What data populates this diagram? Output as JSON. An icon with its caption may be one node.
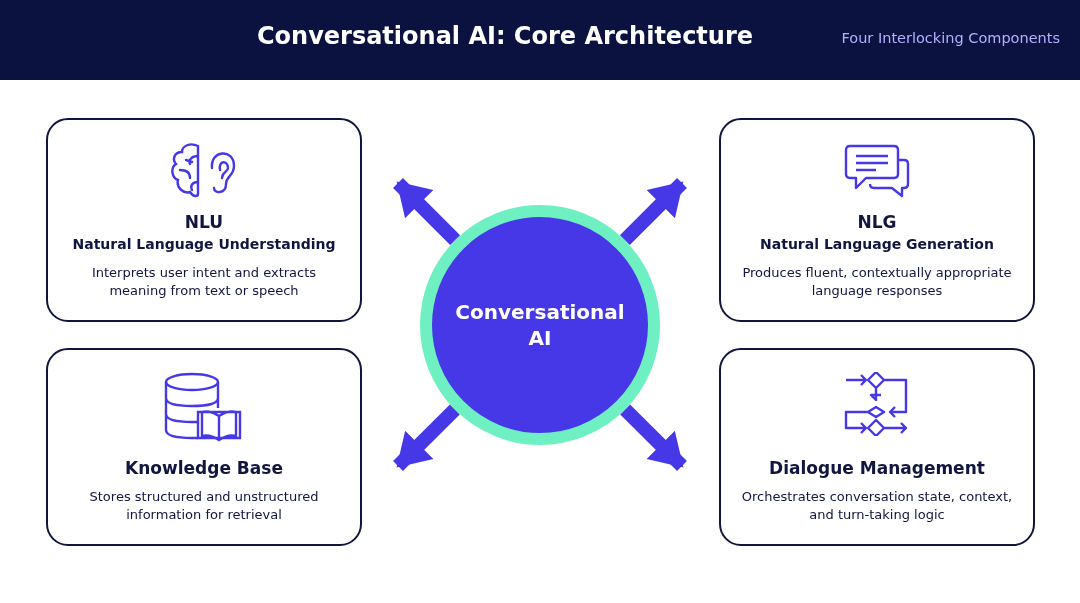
{
  "diagram": {
    "title": "Conversational AI: Core Architecture",
    "nodes": [
      {
        "text": [
          "Conversational AI"
        ]
      },
      {
        "text": [
          "NLU",
          "Natural Language Understanding",
          "Interprets user intent and extracts meaning from text or speech"
        ]
      },
      {
        "text": [
          "NLG",
          "Natural Language Generation",
          "Produces fluent, contextually appropriate language responses"
        ]
      },
      {
        "text": [
          "Knowledge Base",
          "Stores structured and unstructured information for retrieval"
        ]
      },
      {
        "text": [
          "Dialogue Management",
          "Orchestrates conversation state, context, and turn-taking logic"
        ]
      }
    ],
    "edges": [
      {
        "from": 0,
        "to": 1,
        "arrow": "to"
      },
      {
        "from": 0,
        "to": 2,
        "arrow": "to"
      },
      {
        "from": 0,
        "to": 3,
        "arrow": "to"
      },
      {
        "from": 0,
        "to": 4,
        "arrow": "to"
      }
    ],
    "labels": [
      "Four Interlocking Components"
    ]
  }
}
